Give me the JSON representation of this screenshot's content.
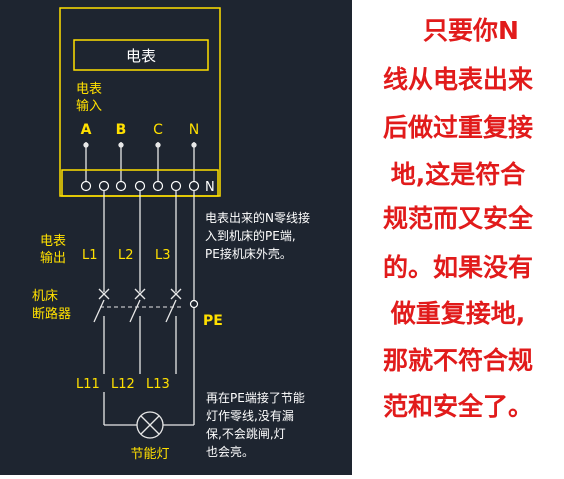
{
  "colors": {
    "background": "#1e2530",
    "line": "#e8e8e8",
    "box": "#ffe000",
    "label": "#ffe000",
    "terminal": "#ffffff",
    "note_text": "#e11b1b"
  },
  "meter": {
    "title": "电表",
    "input_label_line1": "电表",
    "input_label_line2": "输入",
    "phases": [
      "A",
      "B",
      "C",
      "N"
    ],
    "terminal_n": "N"
  },
  "output": {
    "label_line1": "电表",
    "label_line2": "输出",
    "lines": [
      "L1",
      "L2",
      "L3"
    ]
  },
  "breaker": {
    "label_line1": "机床",
    "label_line2": "断路器",
    "pe": "PE"
  },
  "load": {
    "lines": [
      "L11",
      "L12",
      "L13"
    ],
    "lamp_label": "节能灯"
  },
  "annotations": {
    "neutral_note": [
      "电表出来的N零线接",
      "入到机床的PE端,",
      "PE接机床外壳。"
    ],
    "lamp_note": [
      "再在PE端接了节能",
      "灯作零线,没有漏",
      "保,不会跳闸,灯",
      "也会亮。"
    ]
  },
  "side_note": {
    "lines": [
      "只要你N",
      "线从电表出来",
      "后做过重复接",
      "地,这是符合",
      "规范而又安全",
      "的。如果没有",
      "做重复接地,",
      "那就不符合规",
      "范和安全了。"
    ]
  }
}
